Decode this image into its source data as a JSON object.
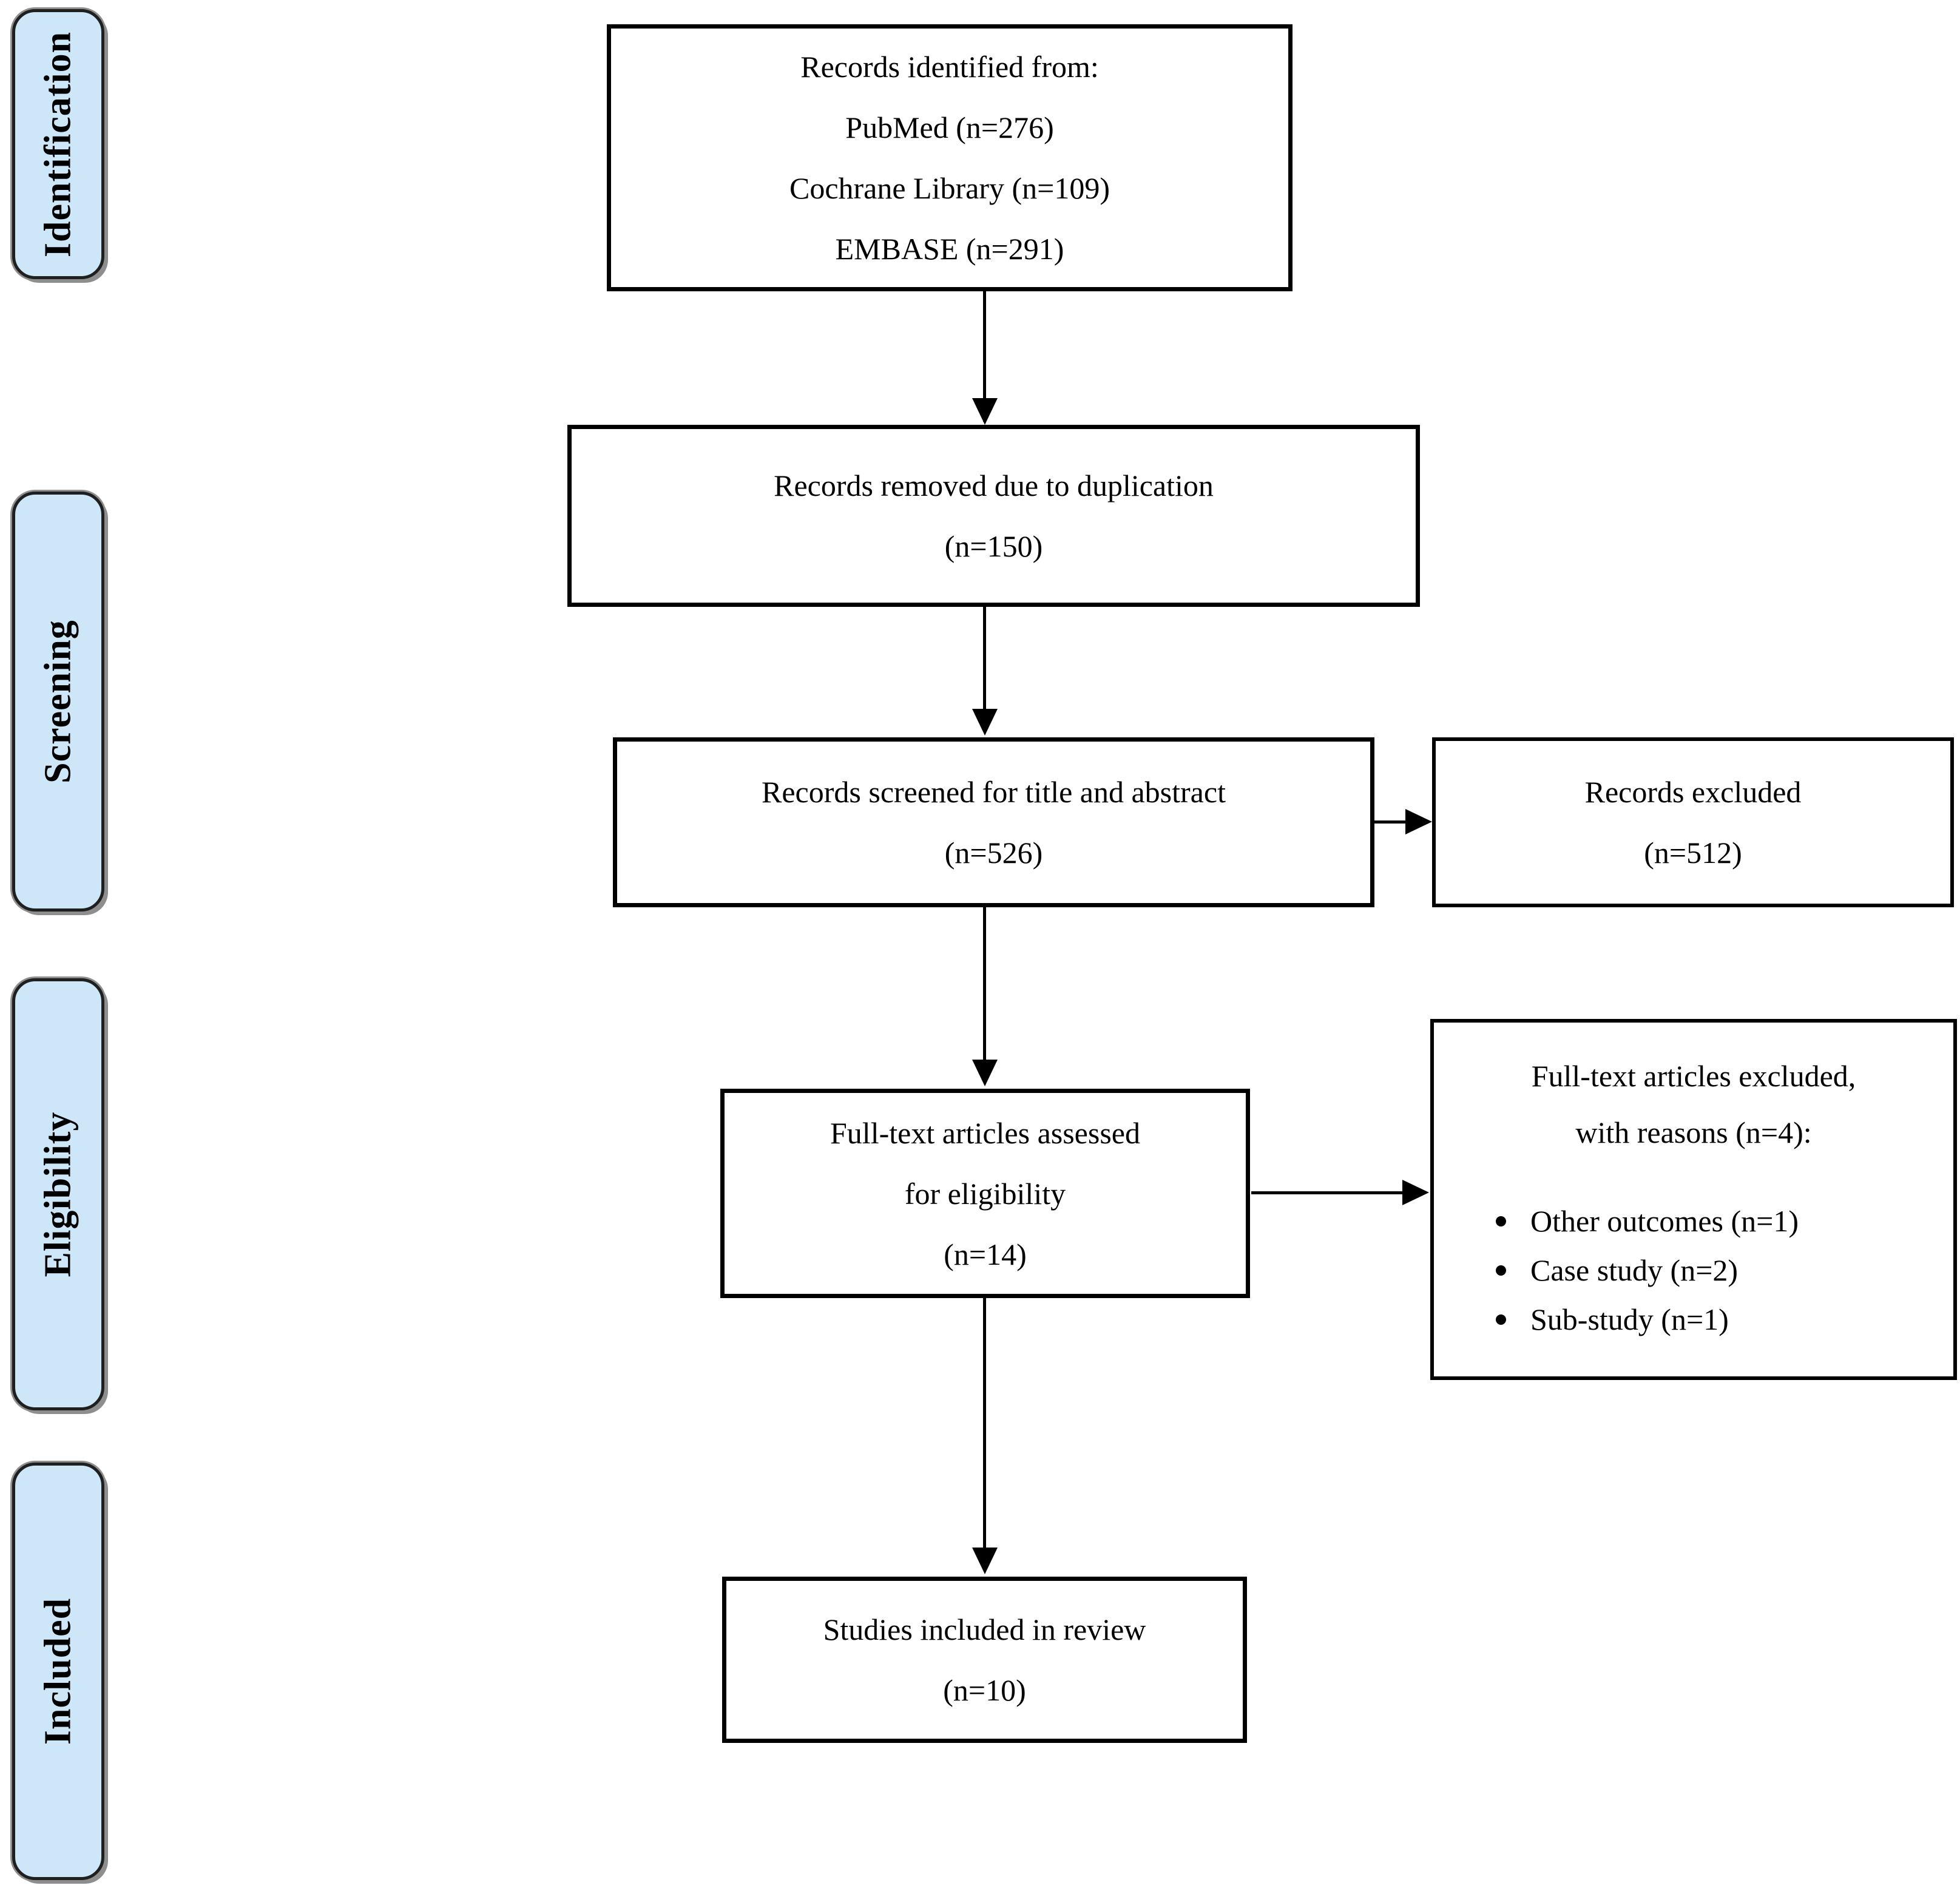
{
  "figure": {
    "type": "prisma-flow-diagram",
    "stages": [
      {
        "id": "identification",
        "label": "Identification"
      },
      {
        "id": "screening",
        "label": "Screening"
      },
      {
        "id": "eligibility",
        "label": "Eligibility"
      },
      {
        "id": "included",
        "label": "Included"
      }
    ],
    "nodes": {
      "identified": {
        "lines": [
          "Records identified from:",
          "PubMed (n=276)",
          "Cochrane Library (n=109)",
          "EMBASE (n=291)"
        ]
      },
      "duplicates_removed": {
        "lines": [
          "Records removed due to duplication",
          "(n=150)"
        ]
      },
      "screened": {
        "lines": [
          "Records screened for title and abstract",
          "(n=526)"
        ]
      },
      "records_excluded": {
        "lines": [
          "Records excluded",
          "(n=512)"
        ]
      },
      "fulltext_assessed": {
        "lines": [
          "Full-text articles assessed",
          "for eligibility",
          "(n=14)"
        ]
      },
      "fulltext_excluded": {
        "heading_lines": [
          "Full-text articles excluded,",
          "with reasons (n=4):"
        ],
        "bullets": [
          "Other outcomes (n=1)",
          "Case study (n=2)",
          "Sub-study (n=1)"
        ]
      },
      "included_in_review": {
        "lines": [
          "Studies included in review",
          "(n=10)"
        ]
      }
    },
    "counts": {
      "pubmed": 276,
      "cochrane_library": 109,
      "embase": 291,
      "duplicates_removed": 150,
      "screened": 526,
      "records_excluded": 512,
      "fulltext_assessed": 14,
      "fulltext_excluded": 4,
      "other_outcomes": 1,
      "case_study": 2,
      "sub_study": 1,
      "included": 10
    },
    "colors": {
      "stage_fill": "#cde7f9",
      "stage_border": "#1f1f1f",
      "stage_shadow": "#8e8e8e",
      "box_border": "#000000",
      "arrow": "#000000",
      "text": "#000000",
      "background": "#ffffff"
    }
  }
}
